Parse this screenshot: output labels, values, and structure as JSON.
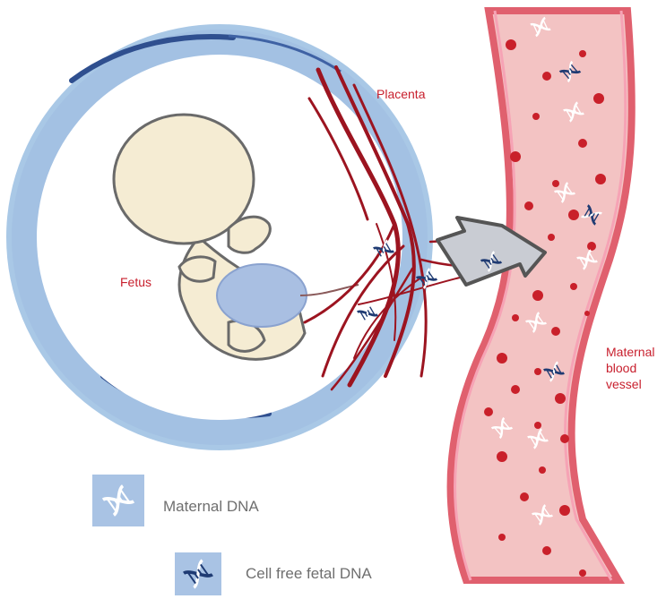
{
  "labels": {
    "placenta": "Placenta",
    "fetus": "Fetus",
    "maternal_blood_vessel": "Maternal\nblood\nvessel"
  },
  "legend": {
    "maternal_dna": "Maternal DNA",
    "cell_free_fetal_dna": "Cell free fetal DNA"
  },
  "colors": {
    "label_red": "#c8202e",
    "uterus_blue": "#a9c8e6",
    "uterus_dark": "#2f4f8f",
    "vessel_wall": "#e0606e",
    "blood_plasma": "#f3c3c3",
    "red_cell": "#c9202a",
    "placenta_vessels": "#9c1420",
    "fetus_fill": "#f5ecd3",
    "amniotic_blue": "#b4c8e4",
    "legend_text": "#6f6f6f"
  },
  "icons": {
    "maternal_dna": "dna-helix-white-icon",
    "fetal_dna": "dna-helix-blue-icon",
    "transfer": "arrow-right-icon"
  }
}
